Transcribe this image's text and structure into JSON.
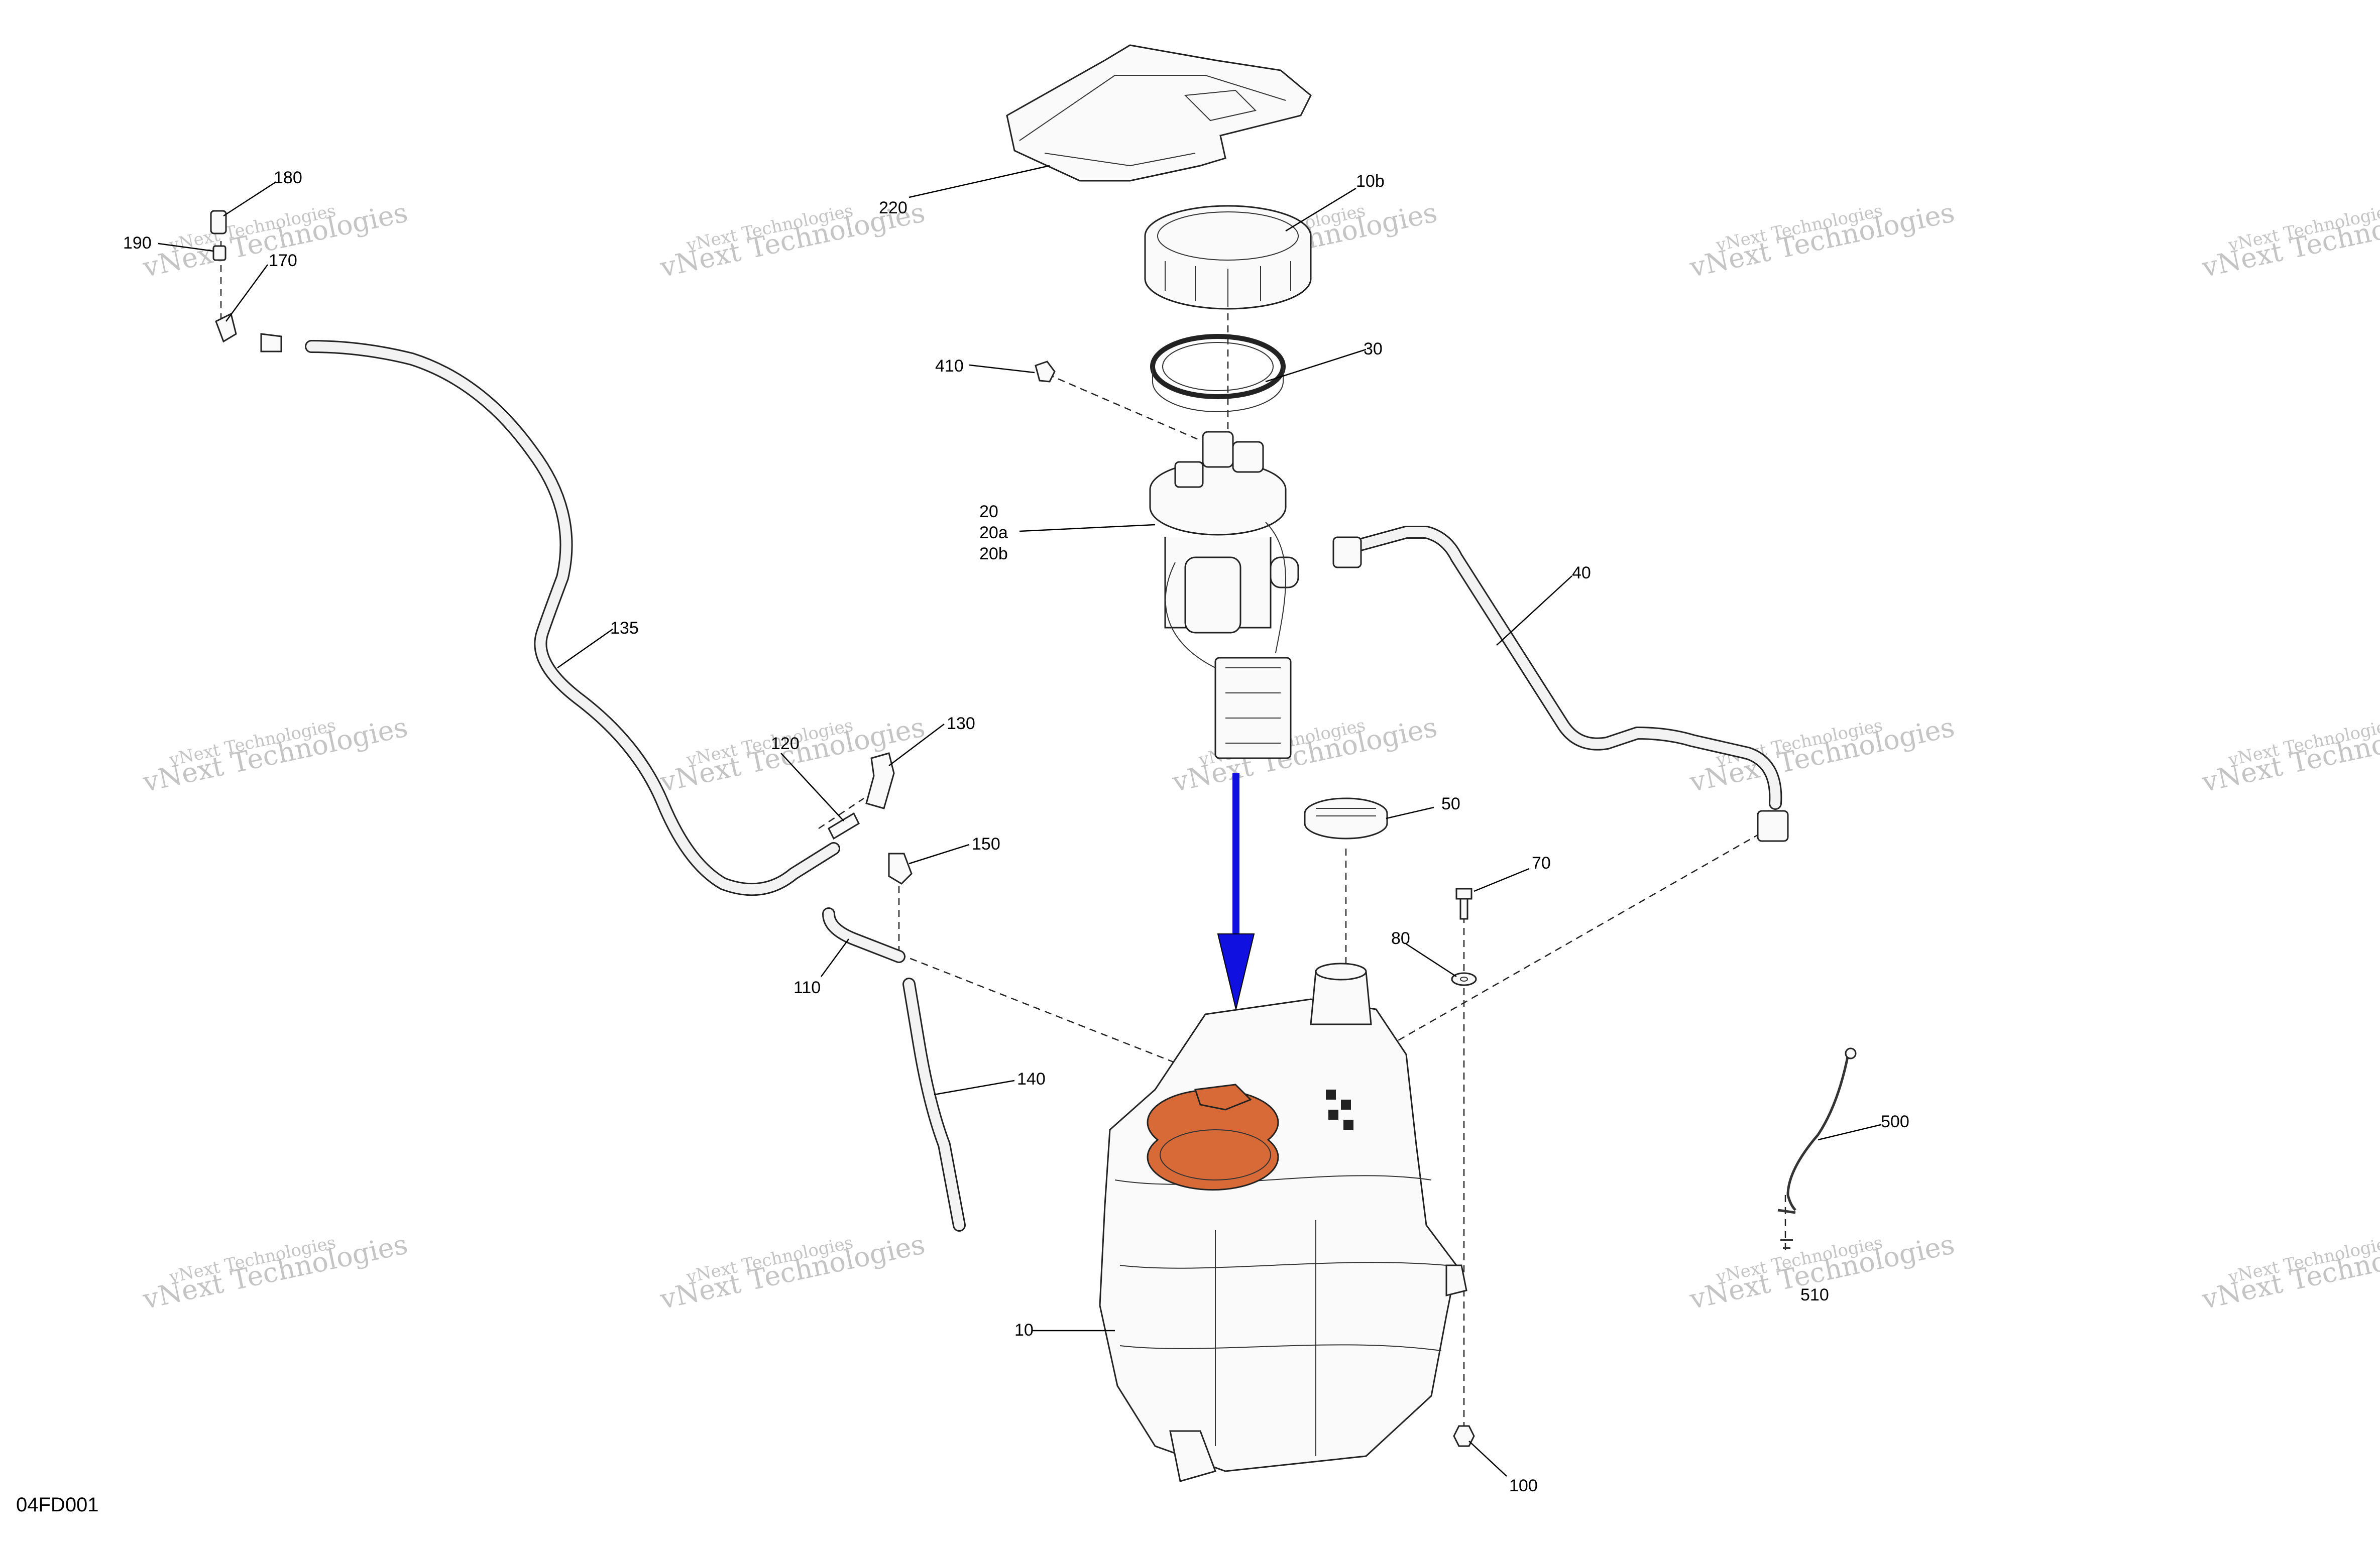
{
  "diagram": {
    "reference_code": "04FD001",
    "watermark": {
      "line1": "vNext Technologies",
      "line2": "vNext Technologies"
    },
    "arrow_color": "#1010e0",
    "highlight_color": "#d86a38",
    "callouts": [
      {
        "id": "220",
        "label": "220"
      },
      {
        "id": "10b",
        "label": "10b"
      },
      {
        "id": "410",
        "label": "410"
      },
      {
        "id": "30",
        "label": "30"
      },
      {
        "id": "20",
        "label": "20"
      },
      {
        "id": "20a",
        "label": "20a"
      },
      {
        "id": "20b",
        "label": "20b"
      },
      {
        "id": "40",
        "label": "40"
      },
      {
        "id": "180",
        "label": "180"
      },
      {
        "id": "190",
        "label": "190"
      },
      {
        "id": "170",
        "label": "170"
      },
      {
        "id": "135",
        "label": "135"
      },
      {
        "id": "120",
        "label": "120"
      },
      {
        "id": "130",
        "label": "130"
      },
      {
        "id": "150",
        "label": "150"
      },
      {
        "id": "110",
        "label": "110"
      },
      {
        "id": "140",
        "label": "140"
      },
      {
        "id": "50",
        "label": "50"
      },
      {
        "id": "70",
        "label": "70"
      },
      {
        "id": "80",
        "label": "80"
      },
      {
        "id": "10",
        "label": "10"
      },
      {
        "id": "100",
        "label": "100"
      },
      {
        "id": "500",
        "label": "500"
      },
      {
        "id": "510",
        "label": "510"
      }
    ]
  }
}
